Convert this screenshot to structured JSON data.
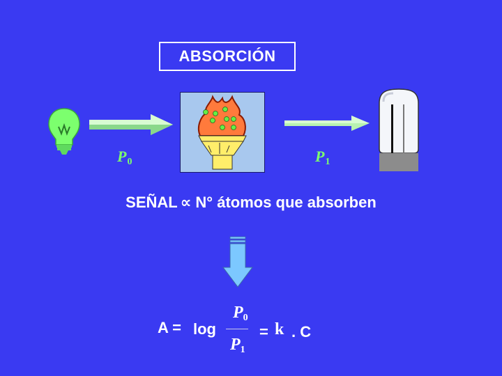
{
  "title": "ABSORCIÓN",
  "labels": {
    "p0_letter": "P",
    "p0_sub": "0",
    "p1_letter": "P",
    "p1_sub": "1"
  },
  "signal": {
    "left": "SEÑAL",
    "symbol": "∝",
    "right": "N° átomos que absorben"
  },
  "equation": {
    "lhs": "A =",
    "log": "log",
    "num_letter": "P",
    "num_sub": "0",
    "den_letter": "P",
    "den_sub": "1",
    "eq2": "=",
    "k": "k",
    "tail": ". C"
  },
  "colors": {
    "background": "#3a3af2",
    "label_green": "#7cff6e",
    "arrow_green": "#b8f2b0",
    "flame": "#ff7a3c",
    "burner_yellow": "#ffee6a",
    "down_arrow": "#7cc8ff"
  },
  "icons": [
    "lightbulb-icon",
    "right-arrow-icon",
    "flame-burner-icon",
    "detector-tube-icon",
    "down-arrow-icon"
  ]
}
